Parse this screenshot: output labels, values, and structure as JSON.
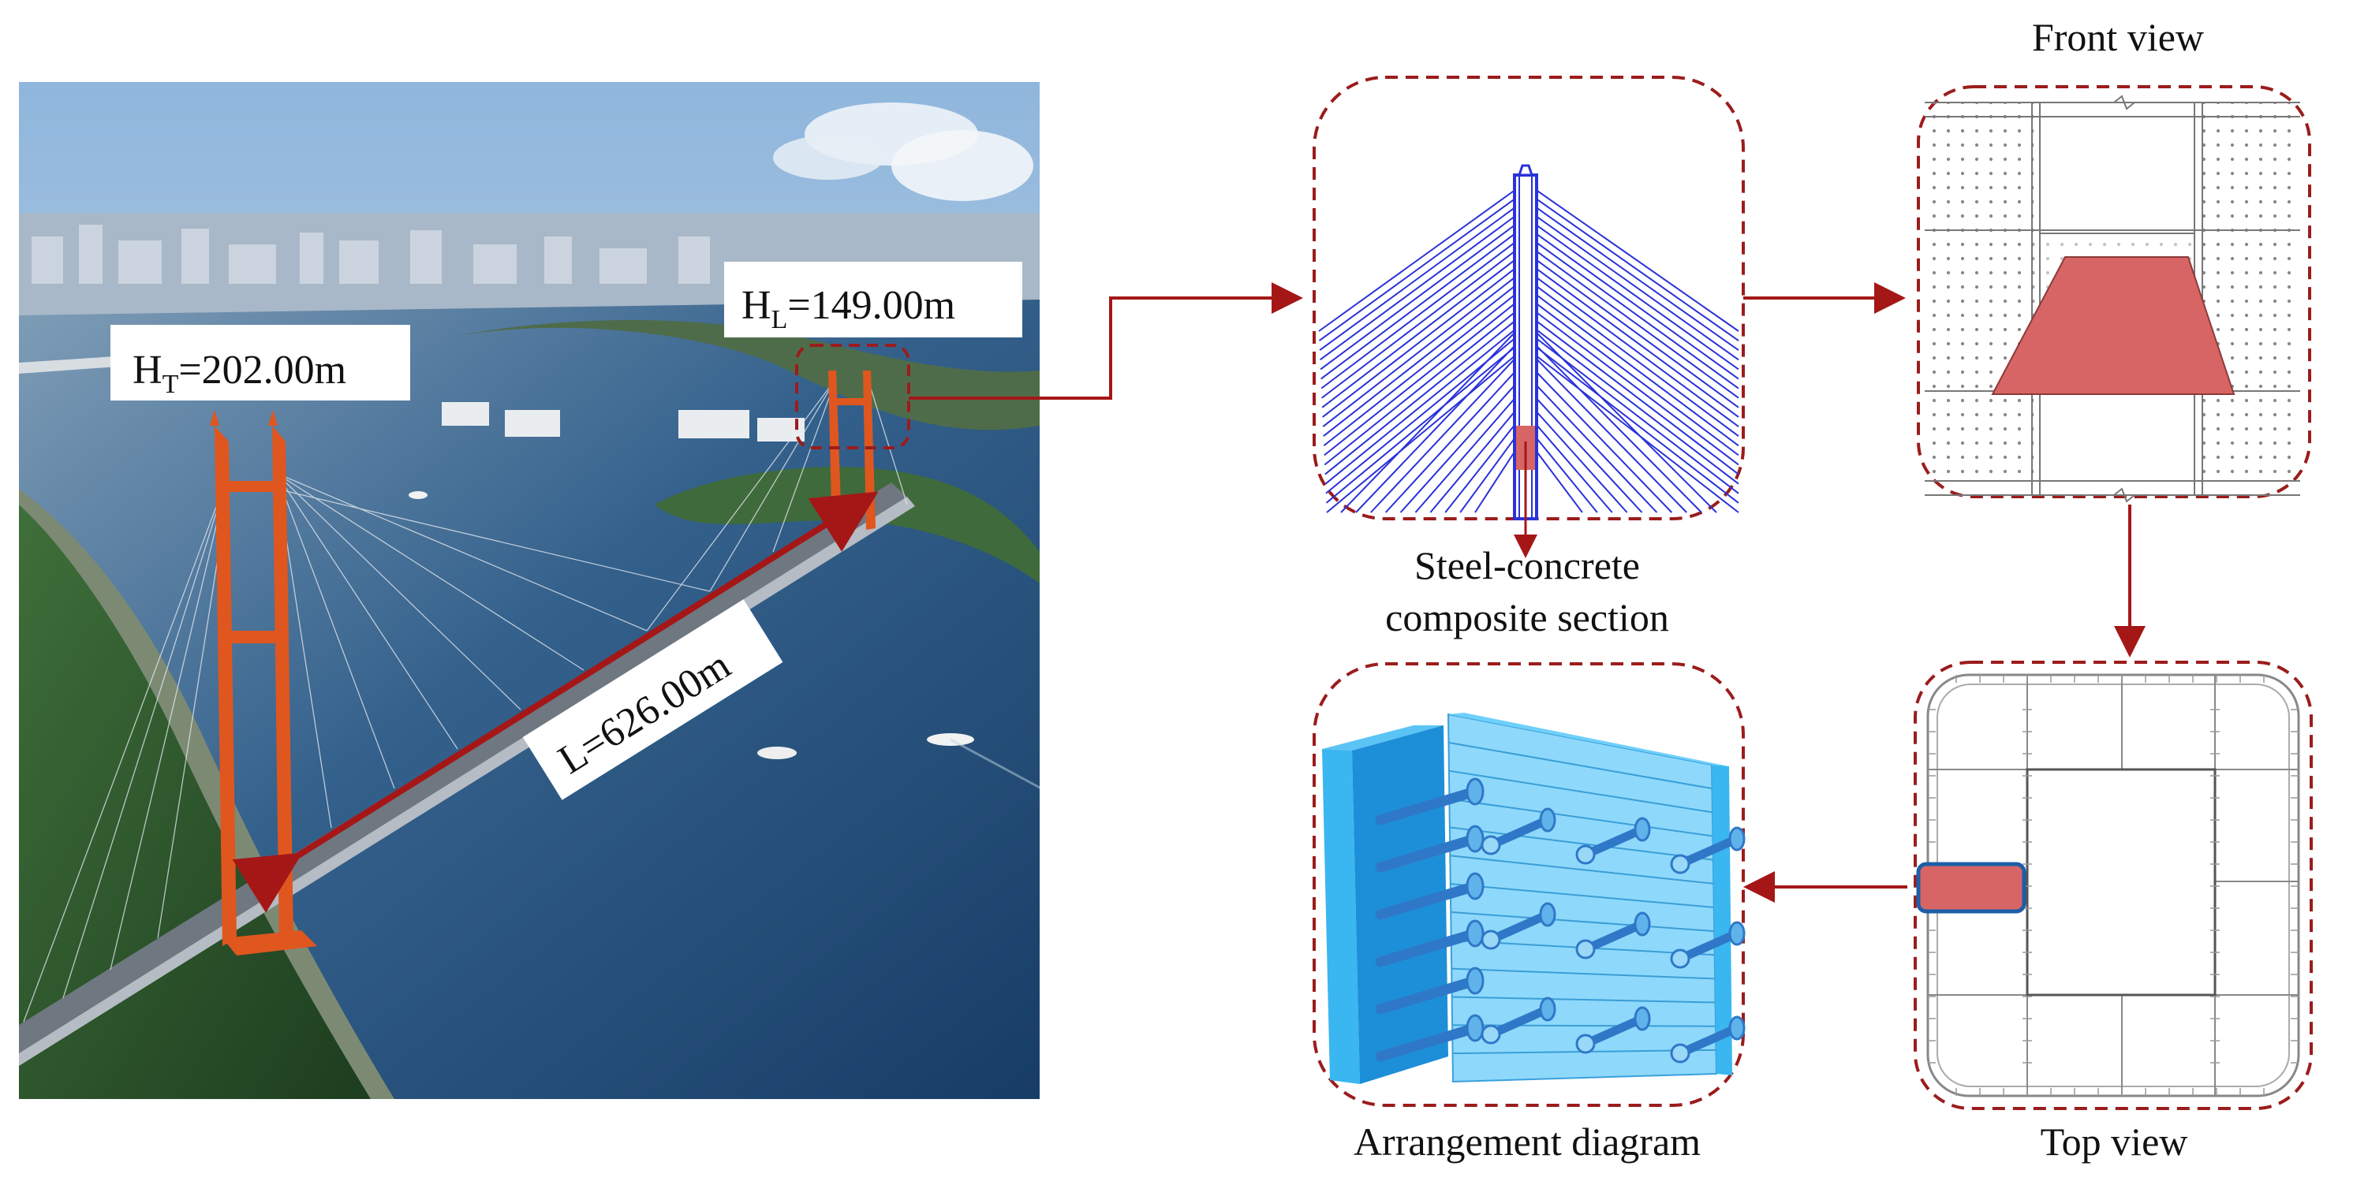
{
  "photo": {
    "tower_tall": {
      "label_prefix": "H",
      "label_sub": "T",
      "label_value": "=202.00m"
    },
    "tower_low": {
      "label_prefix": "H",
      "label_sub": "L",
      "label_value": "=149.00m"
    },
    "span": {
      "label": "L=626.00m"
    }
  },
  "panels": {
    "section": {
      "caption_line1": "Steel-concrete",
      "caption_line2": "composite section"
    },
    "front": {
      "caption": "Front view"
    },
    "top": {
      "caption": "Top view"
    },
    "arrangement": {
      "caption": "Arrangement diagram"
    }
  },
  "colors": {
    "dashed_border": "#9b1c1c",
    "arrow": "#a51717",
    "highlight_fill": "#d86565",
    "cable_blue": "#2a32d8",
    "tower_orange": "#e0561f",
    "plate_blue": "#3ab6f0",
    "plate_dark": "#1d8fd8",
    "stud_blue": "#2f78c8"
  }
}
